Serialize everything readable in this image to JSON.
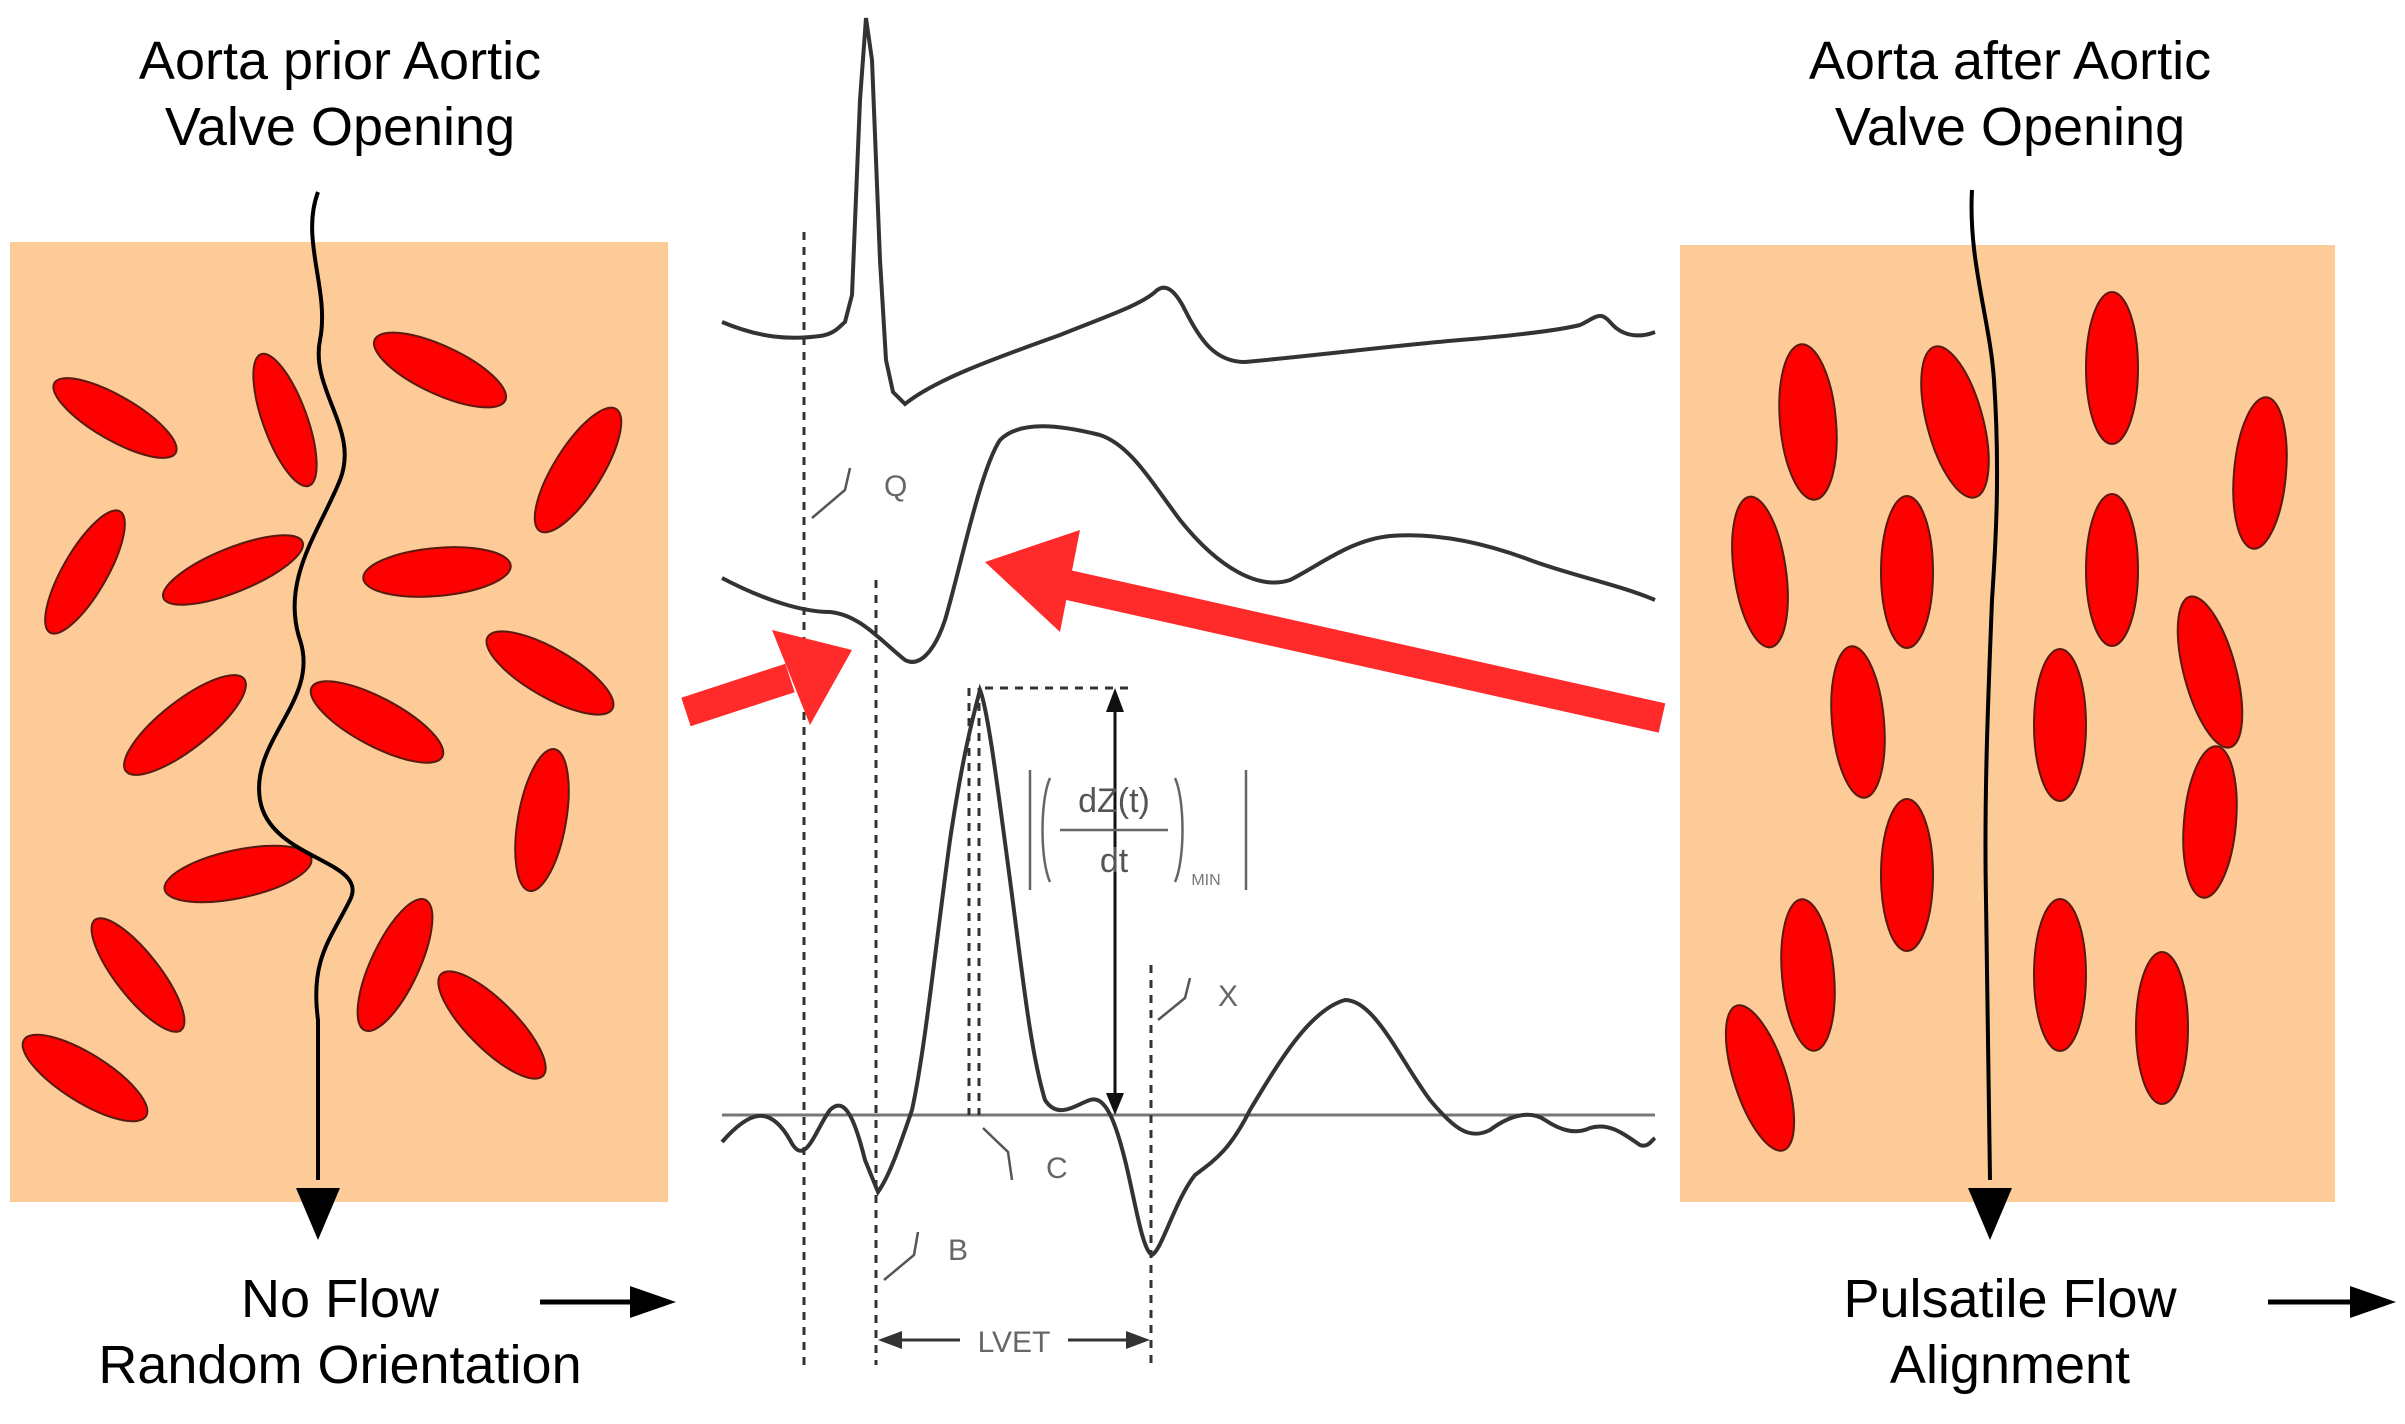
{
  "left_panel": {
    "title_lines": [
      "Aorta prior Aortic",
      "Valve Opening"
    ],
    "caption_lines": [
      "No Flow",
      "Random Orientation"
    ],
    "background_color": "#FDCB98",
    "cell_color": "#FF0000"
  },
  "right_panel": {
    "title_lines": [
      "Aorta after Aortic",
      "Valve Opening"
    ],
    "caption_lines": [
      "Pulsatile Flow",
      "Alignment"
    ],
    "background_color": "#FDCB98",
    "cell_color": "#FF0000"
  },
  "waveform": {
    "labels": {
      "q": "Q",
      "b": "B",
      "c": "C",
      "x": "X",
      "lvet": "LVET",
      "dz": "dZ(t)",
      "dt": "dt",
      "min": "MIN"
    },
    "trace_color": "#333333",
    "highlight_arrow_color": "#FF2A2A"
  }
}
